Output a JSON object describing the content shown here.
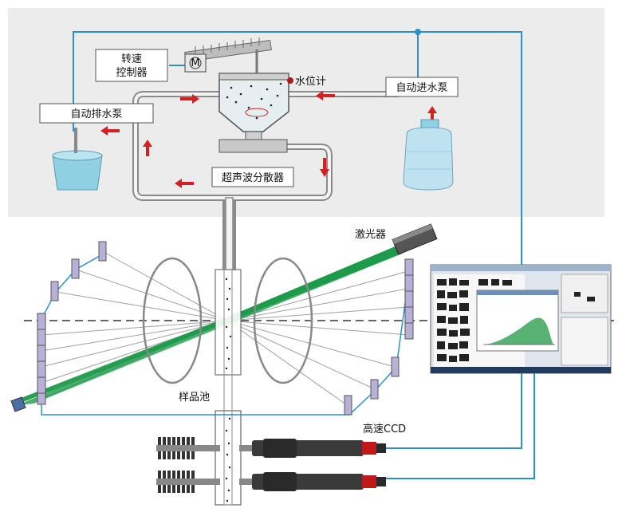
{
  "labels": {
    "speed_controller": "转速控制器",
    "speed_controller_line1": "转速",
    "speed_controller_line2": "控制器",
    "motor": "M",
    "water_level_meter": "水位计",
    "inlet_pump": "自动进水泵",
    "drain_pump": "自动排水泵",
    "ultrasonic_disperser": "超声波分散器",
    "laser": "激光器",
    "sample_cell": "样品池",
    "high_speed_ccd": "高速CCD"
  },
  "colors": {
    "top_panel_bg": "#ececec",
    "pipe_line": "#2b8fd0",
    "laser_beam": "#1c9a49",
    "arrow": "#d42020",
    "detector": "#b9b0d8",
    "lens": "#888888",
    "axis_line": "#333333"
  },
  "icons": {
    "motor": "motor-icon",
    "bucket": "bucket-icon",
    "water_jug": "water-jug-icon",
    "laser": "laser-icon",
    "ccd_camera": "camera-icon",
    "monitor": "monitor-icon"
  }
}
